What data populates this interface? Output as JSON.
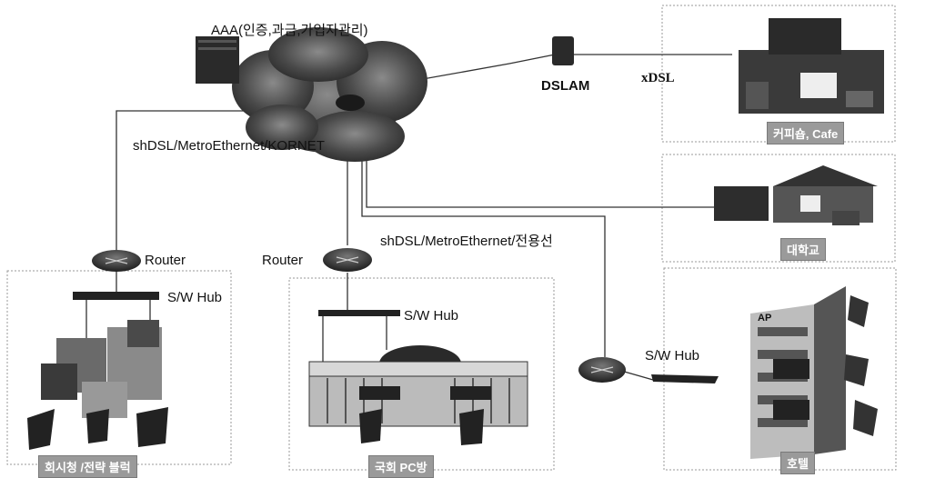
{
  "labels": {
    "aaa": "AAA(인증,과금,가입자관리)",
    "dslam": "DSLAM",
    "xdsl": "xDSL",
    "uplink_left": "shDSL/MetroEthernet/KORNET",
    "uplink_center": "shDSL/MetroEthernet/전용선",
    "router_left": "Router",
    "router_center": "Router",
    "hub_left": "S/W Hub",
    "hub_center": "S/W Hub",
    "hub_right": "S/W Hub",
    "ap": "AP"
  },
  "sites": {
    "cafe": "커피숍, Cafe",
    "university": "대학교",
    "city_hall": "회시청 /전략 블럭",
    "assembly": "국회 PC방",
    "hotel": "호텔"
  },
  "colors": {
    "cloud": "#5a5a5a",
    "device": "#3c3c3c",
    "badge": "#9a9a9a",
    "line": "#333333",
    "frame": "#999999"
  }
}
